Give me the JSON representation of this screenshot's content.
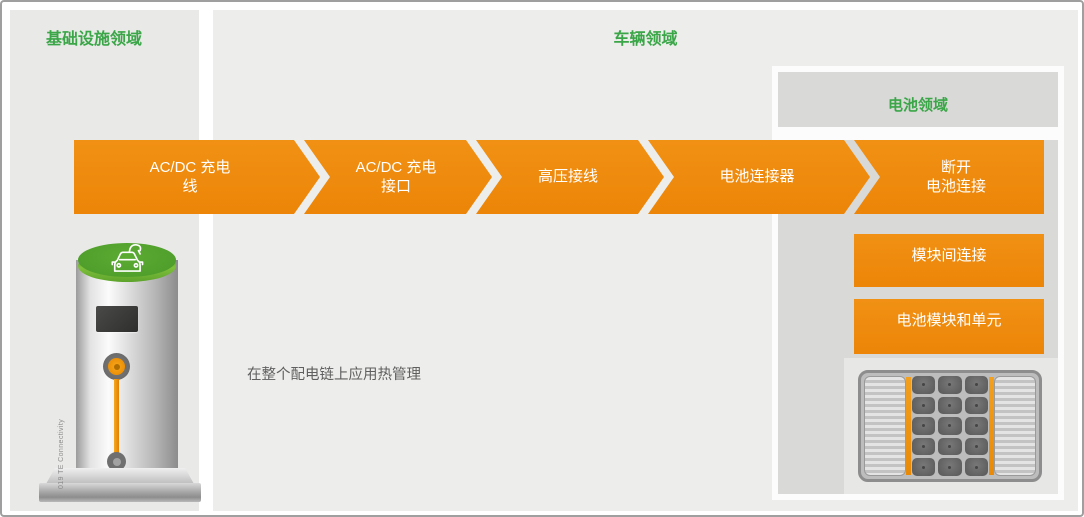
{
  "diagram": {
    "panels": {
      "infrastructure": {
        "title": "基础设施领域"
      },
      "vehicle": {
        "title": "车辆领域"
      },
      "battery": {
        "title": "电池领域"
      }
    },
    "flow_chain": [
      {
        "line1": "AC/DC 充电",
        "line2": "线"
      },
      {
        "line1": "AC/DC 充电",
        "line2": "接口"
      },
      {
        "line1": "高压接线",
        "line2": ""
      },
      {
        "line1": "电池连接器",
        "line2": ""
      },
      {
        "line1": "断开",
        "line2": "电池连接"
      }
    ],
    "battery_components": [
      {
        "label": "模块间连接"
      },
      {
        "label": "电池模块和单元"
      }
    ],
    "notes": {
      "thermal": "在整个配电链上应用热管理",
      "copyright": "019 TE Connectivity"
    },
    "icons": [
      {
        "name": "ev-car-charging-icon",
        "meaning": "electric car front view with charging plug"
      }
    ],
    "colors": {
      "domain_title_green": "#3aa648",
      "flow_orange": "#ef8a12",
      "infrastructure_panel": "#e9e9e7",
      "vehicle_panel": "#ededeb",
      "battery_panel": "#d9d9d7",
      "charger_cap_green": "#509f2c",
      "note_text": "#5f5f5f"
    }
  }
}
